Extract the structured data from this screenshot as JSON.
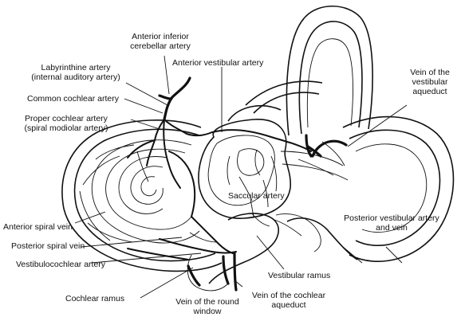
{
  "labels": {
    "aica": [
      "Anterior inferior",
      "cerebellar artery"
    ],
    "labyrinthine": [
      "Labyrinthine artery",
      "(internal auditory artery)"
    ],
    "common_cochlear": "Common cochlear artery",
    "proper_cochlear": [
      "Proper cochlear artery",
      "(spiral modiolar artery)"
    ],
    "anterior_vestibular": "Anterior vestibular artery",
    "vein_vestibular_aqueduct": [
      "Vein of the",
      "vestibular",
      "aqueduct"
    ],
    "saccular": "Saccular artery",
    "anterior_spiral_vein": "Anterior spiral vein",
    "posterior_spiral_vein": "Posterior spiral vein",
    "vestibulocochlear": "Vestibulocochlear artery",
    "posterior_vestibular": [
      "Posterior vestibular artery",
      "and vein"
    ],
    "vestibular_ramus": "Vestibular ramus",
    "cochlear_ramus": "Cochlear ramus",
    "vein_round_window": [
      "Vein of the round",
      "window"
    ],
    "vein_cochlear_aqueduct": [
      "Vein of the cochlear",
      "aqueduct"
    ]
  }
}
